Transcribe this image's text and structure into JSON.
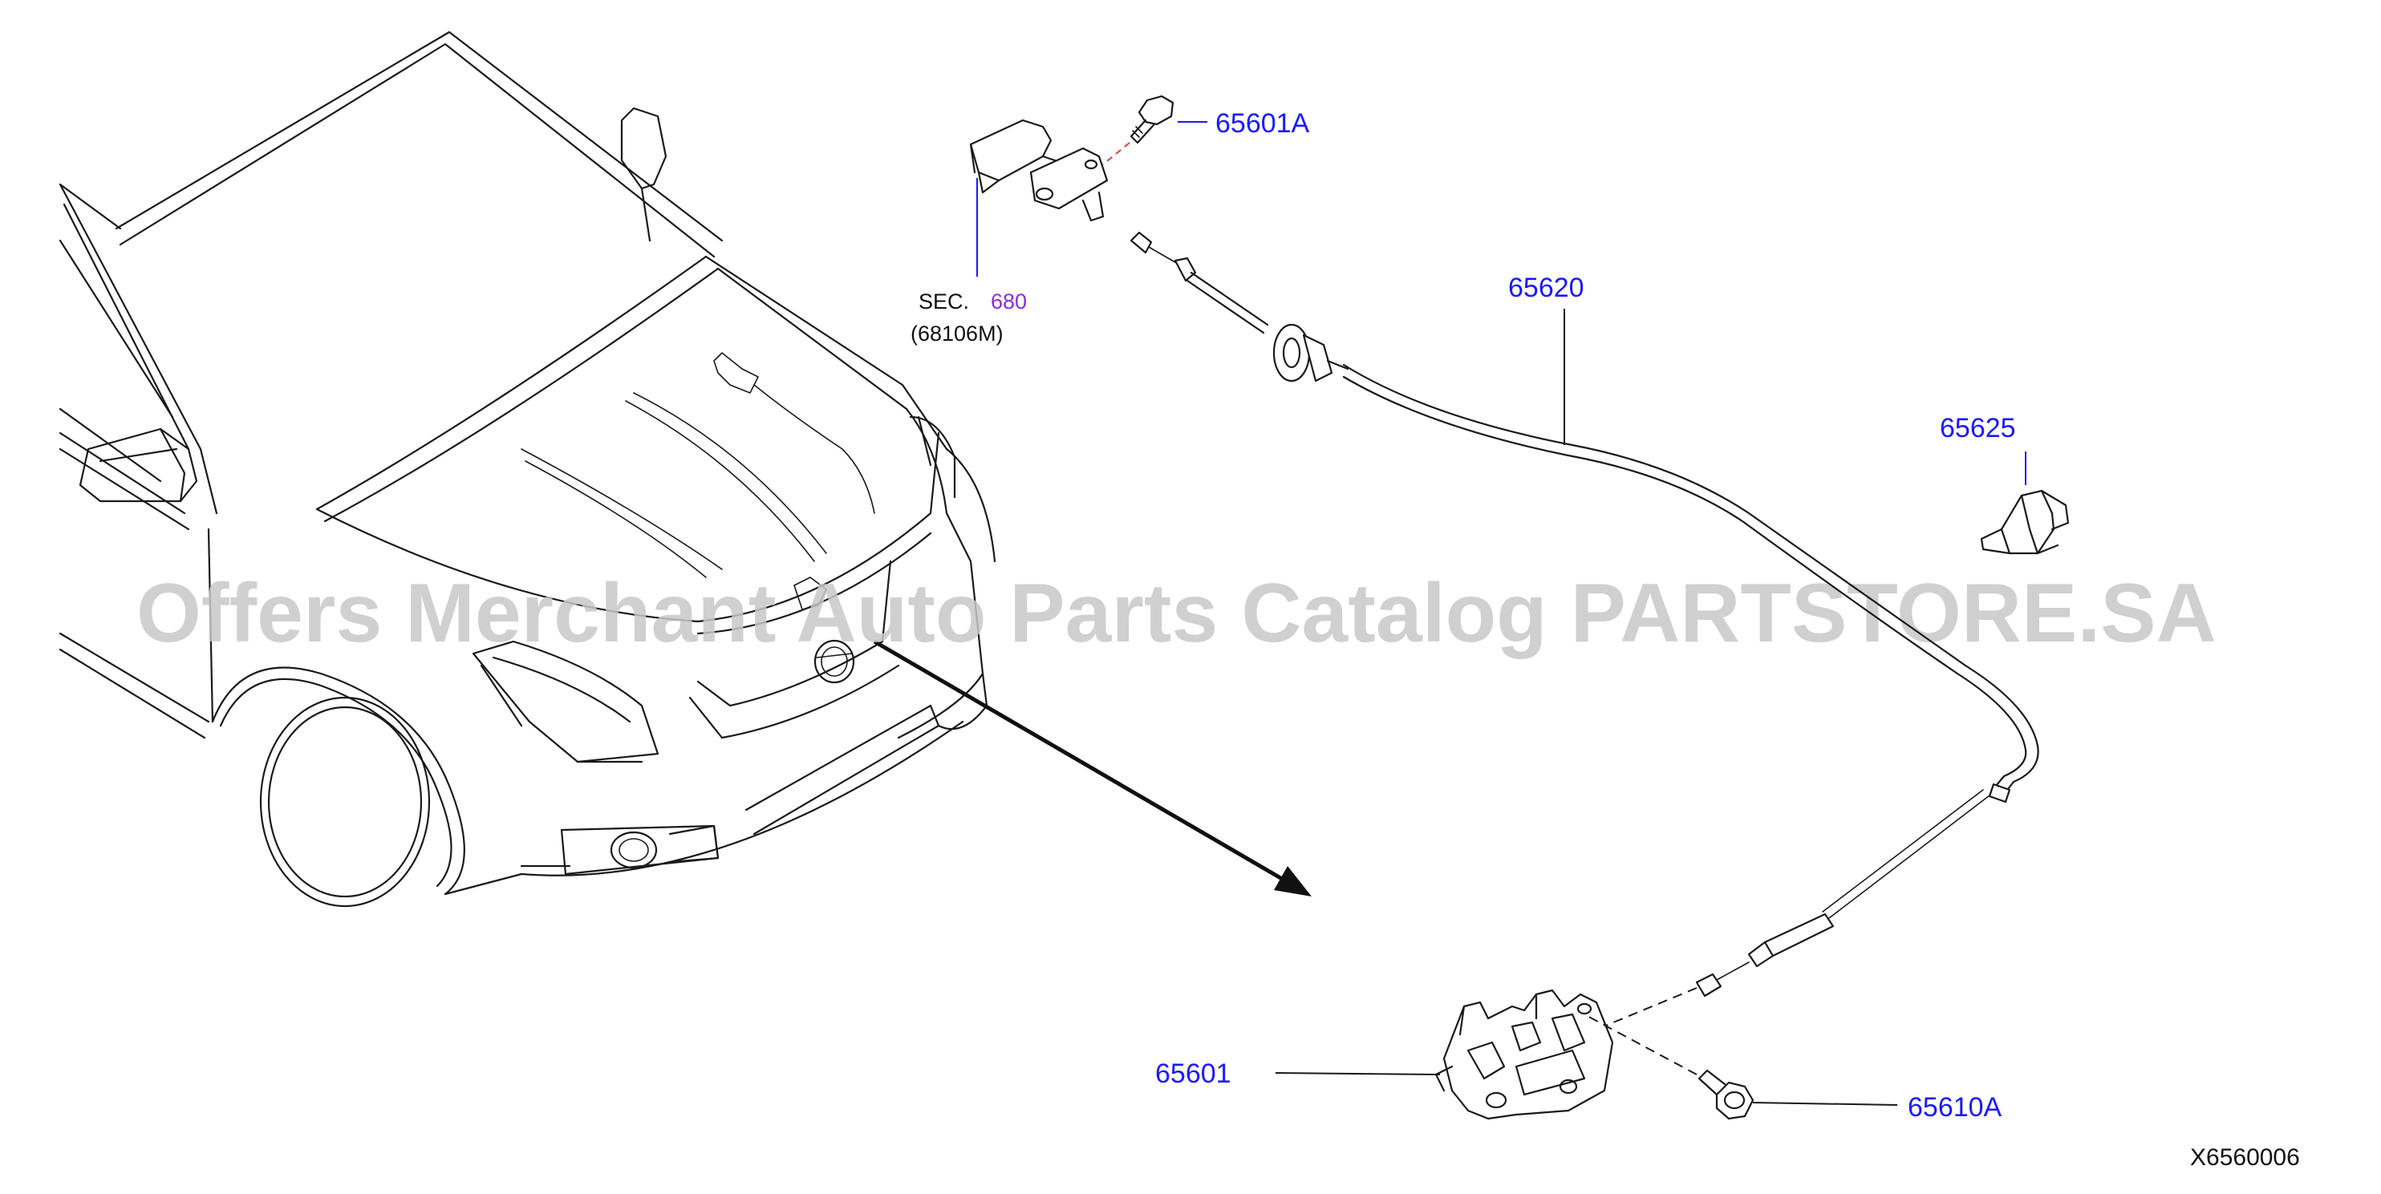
{
  "diagram": {
    "id_code": "X6560006",
    "watermark": "Offers Merchant Auto Parts Catalog PARTSTORE.SA",
    "section_ref": {
      "prefix": "SEC.",
      "number": "680",
      "sub": "(68106M)"
    },
    "callouts": [
      {
        "key": "bolt_top",
        "label": "65601A"
      },
      {
        "key": "cable",
        "label": "65620"
      },
      {
        "key": "clip",
        "label": "65625"
      },
      {
        "key": "lock",
        "label": "65601"
      },
      {
        "key": "bolt_lock",
        "label": "65610A"
      }
    ],
    "colors": {
      "callout": "#1a1aff",
      "section_number": "#8a2be2",
      "line": "#1a1a1a",
      "watermark": "#c8c8c8"
    }
  }
}
